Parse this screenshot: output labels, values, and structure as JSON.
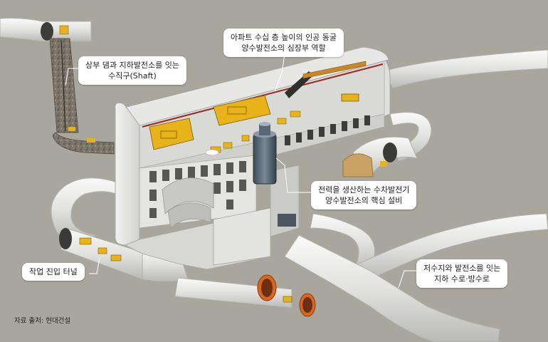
{
  "callouts": {
    "shaft": [
      "상부 댐과 지하발전소를 잇는",
      "수직구(Shaft)"
    ],
    "cavern": [
      "아파트 수십 층 높이의 인공 동굴",
      "양수발전소의 심장부 역할"
    ],
    "turbine": [
      "전력을 생산하는 수차발전기",
      "양수발전소의 핵심 설비"
    ],
    "access": [
      "작업 진입 터널"
    ],
    "waterway": [
      "저수지와 발전소를 잇는",
      "지하 수로·방수로"
    ]
  },
  "source": "자료 출처: 현대건설",
  "colors": {
    "background": "#a9a79d",
    "concrete": "#e6e6e4",
    "machinery": "#e8b21a",
    "tunnel_orange": "#d9661f",
    "rock": "#8a8378"
  }
}
